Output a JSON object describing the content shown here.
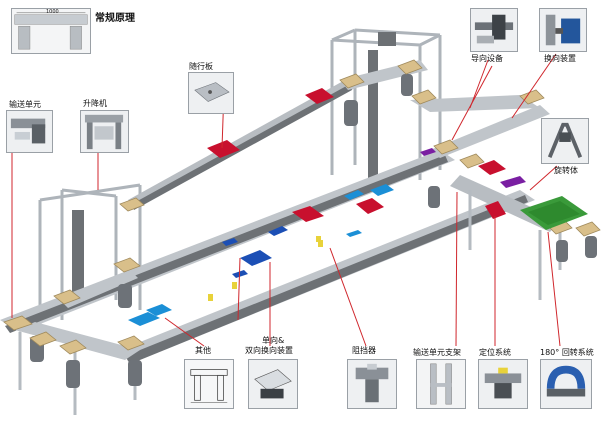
{
  "title": "常规原理",
  "inset_dimension": "1000",
  "labels": {
    "transport_unit": "输送单元",
    "lifter": "升降机",
    "carrier_plate": "随行板",
    "guide_device": "导向设备",
    "transfer_device": "换向装置",
    "rotator": "旋转体",
    "transfer_single_double_1": "单向&",
    "transfer_single_double_2": "双向换向装置",
    "other": "其他",
    "stopper": "阻挡器",
    "support": "输送单元支架",
    "positioning": "定位系统",
    "rotation_180": "180° 回转系统"
  },
  "colors": {
    "frame": "#c9ced3",
    "belt": "#6d7175",
    "node": "#d9bf8a",
    "red_plate": "#c8102e",
    "blue_plate": "#1c4fb5",
    "cyan_plate": "#1b8fd6",
    "purple": "#7a1fa2",
    "green_plate": "#3a9a3a",
    "leader": "#d0262c"
  }
}
